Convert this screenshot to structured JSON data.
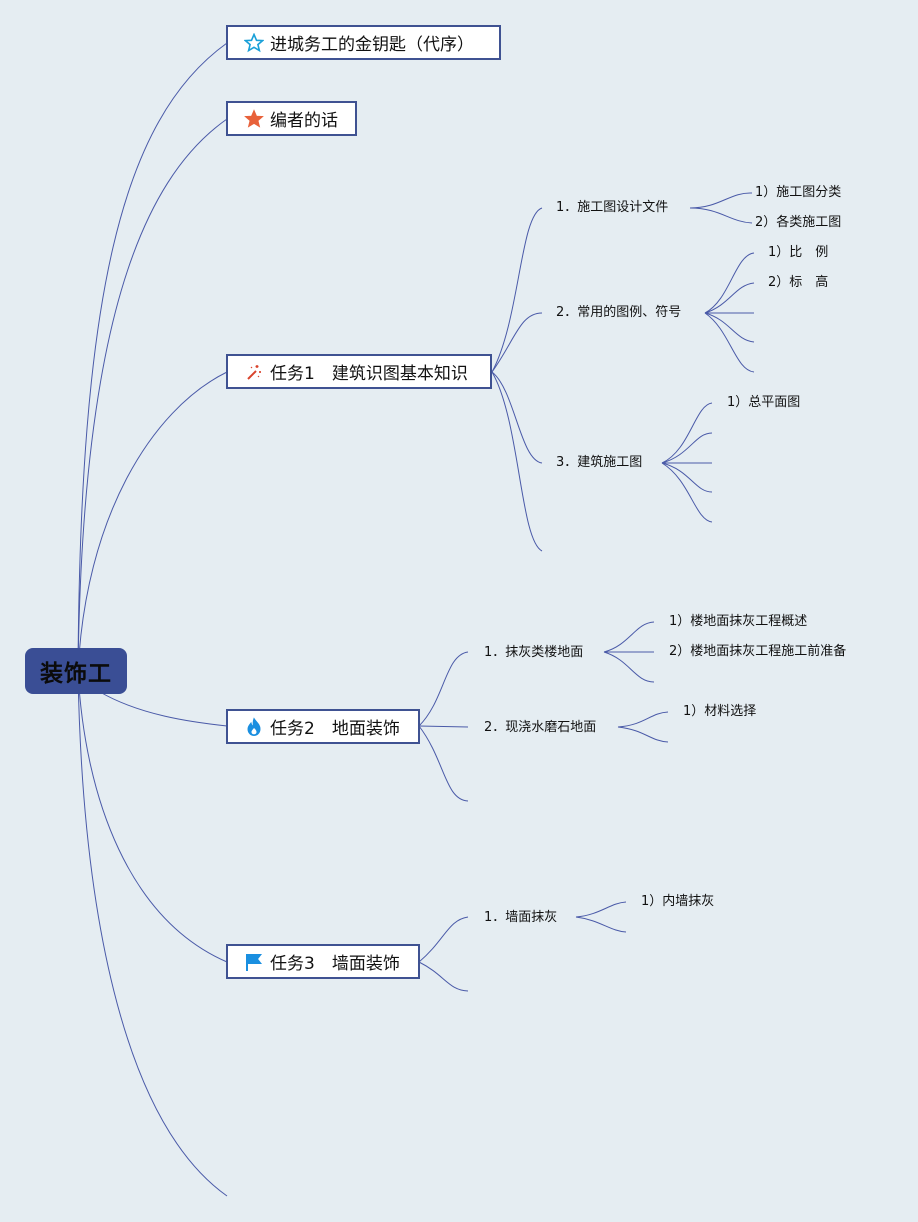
{
  "root": {
    "label": "装饰工"
  },
  "chapters": [
    {
      "label": "进城务工的金钥匙（代序）",
      "icon": "star-outline-icon"
    },
    {
      "label": "编者的话",
      "icon": "star-filled-icon"
    },
    {
      "label": "任务1　建筑识图基本知识",
      "icon": "magic-wand-icon",
      "sections": [
        {
          "label": "1．施工图设计文件",
          "items": [
            "1）施工图分类",
            "2）各类施工图"
          ]
        },
        {
          "label": "2．常用的图例、符号",
          "items": [
            "1）比　例",
            "2）标　高"
          ]
        },
        {
          "label": "3．建筑施工图",
          "items": [
            "1）总平面图"
          ]
        }
      ]
    },
    {
      "label": "任务2　地面装饰",
      "icon": "flame-icon",
      "sections": [
        {
          "label": "1．抹灰类楼地面",
          "items": [
            "1）楼地面抹灰工程概述",
            "2）楼地面抹灰工程施工前准备"
          ]
        },
        {
          "label": "2．现浇水磨石地面",
          "items": [
            "1）材料选择"
          ]
        }
      ]
    },
    {
      "label": "任务3　墙面装饰",
      "icon": "flag-icon",
      "sections": [
        {
          "label": "1．墙面抹灰",
          "items": [
            "1）内墙抹灰"
          ]
        }
      ]
    }
  ],
  "colors": {
    "background": "#e5edf2",
    "line": "#4a5aa8",
    "root_fill": "#3a4e95",
    "box_border": "#3f5292"
  }
}
